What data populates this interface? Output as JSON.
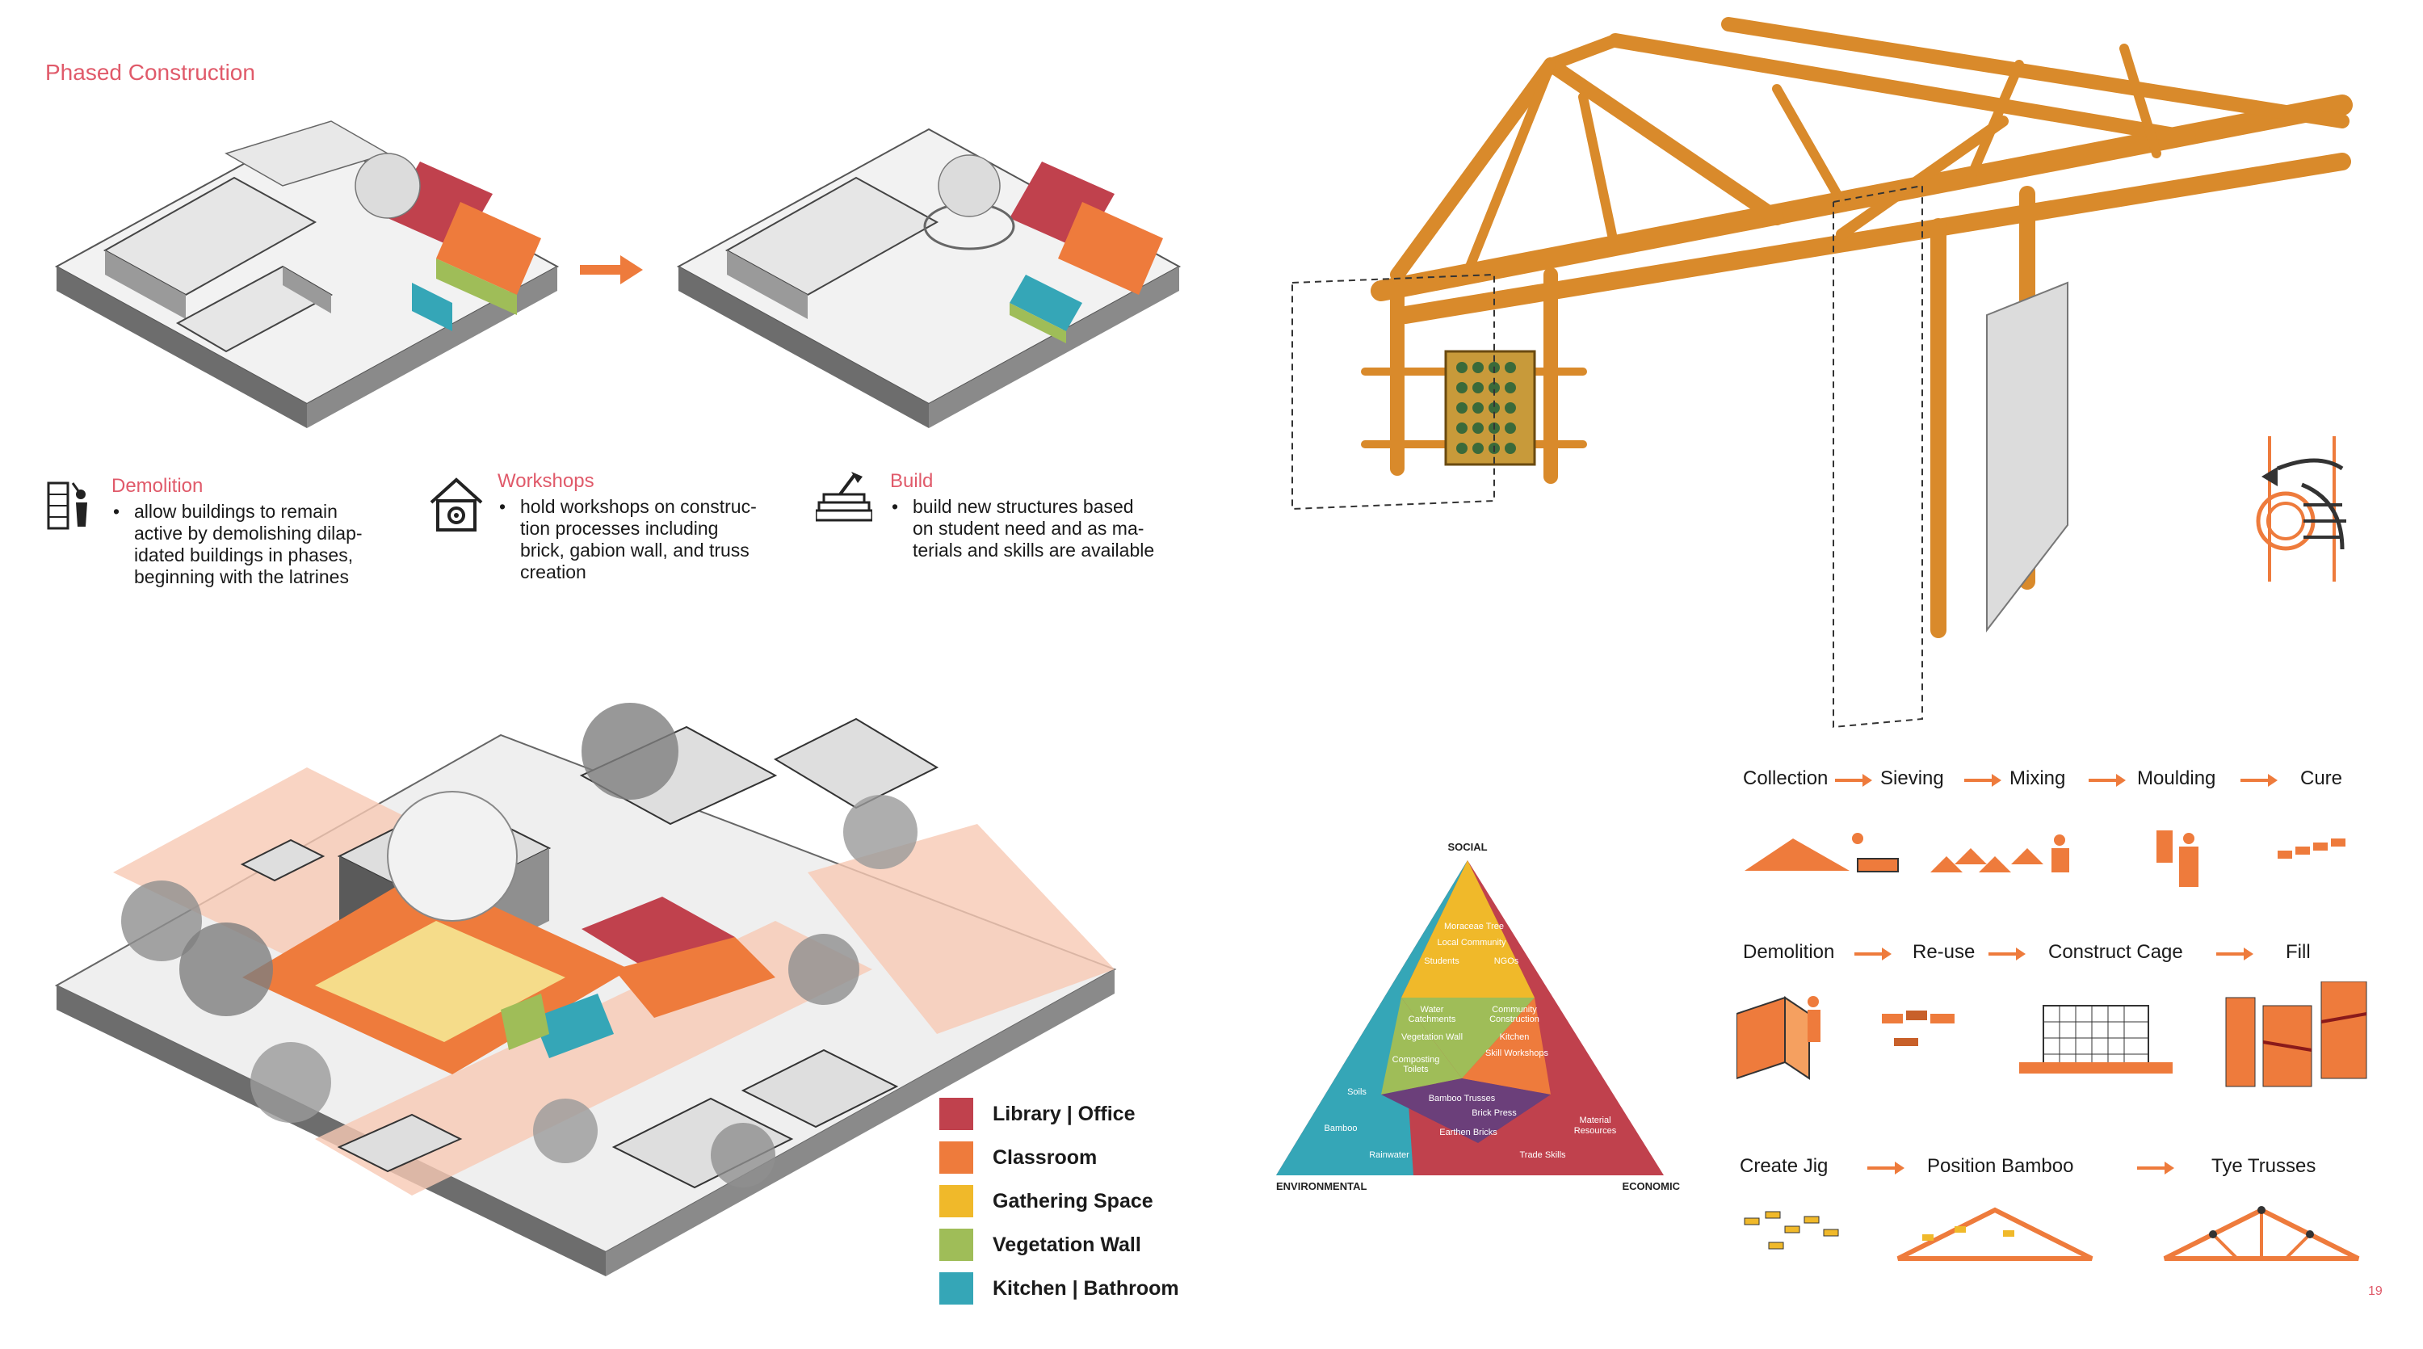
{
  "page_title": "Phased Construction",
  "phases": [
    {
      "heading": "Demolition",
      "bullet_lines": [
        "allow buildings to remain",
        "active by demolishing dilap-",
        "idated buildings in phases,",
        "beginning with the latrines"
      ],
      "icon": "demolition-icon"
    },
    {
      "heading": "Workshops",
      "bullet_lines": [
        "hold workshops on construc-",
        "tion processes including",
        "brick, gabion wall, and truss",
        "creation"
      ],
      "icon": "workshop-house-icon"
    },
    {
      "heading": "Build",
      "bullet_lines": [
        "build new structures based",
        "on student need and as ma-",
        "terials and skills are available"
      ],
      "icon": "brick-build-icon"
    }
  ],
  "legend": [
    {
      "label": "Library | Office",
      "color": "#c0414d"
    },
    {
      "label": "Classroom",
      "color": "#ee7b3c"
    },
    {
      "label": "Gathering Space",
      "color": "#f0b92a"
    },
    {
      "label": "Vegetation Wall",
      "color": "#9fbd58"
    },
    {
      "label": "Kitchen | Bathroom",
      "color": "#35a6b7"
    }
  ],
  "triangle": {
    "vertices": {
      "top": "SOCIAL",
      "left": "ENVIRONMENTAL",
      "right": "ECONOMIC"
    },
    "social_items": [
      "Moraceae Tree",
      "Local Community",
      "Students",
      "NGOs"
    ],
    "environmental_items": [
      "Soils",
      "Bamboo",
      "Rainwater"
    ],
    "economic_items": [
      "Material",
      "Resources",
      "Trade Skills"
    ],
    "soc_env_items": [
      "Water",
      "Catchments",
      "Vegetation Wall",
      "Composting",
      "Toilets"
    ],
    "soc_eco_items": [
      "Community",
      "Construction",
      "Kitchen",
      "Skill Workshops"
    ],
    "env_eco_items": [
      "Bamboo Trusses",
      "Brick Press",
      "Earthen Bricks"
    ],
    "colors": {
      "social": "#f0b92a",
      "environmental": "#35a6b7",
      "economic": "#c0414d",
      "soc_env": "#9fbd58",
      "soc_eco": "#ee7b3c",
      "center": "#6b3f7a"
    }
  },
  "brick_process": [
    "Collection",
    "Sieving",
    "Mixing",
    "Moulding",
    "Cure"
  ],
  "gabion_process": [
    "Demolition",
    "Re-use",
    "Construct Cage",
    "Fill"
  ],
  "truss_process": [
    "Create Jig",
    "Position Bamboo",
    "Tye Trusses"
  ],
  "page_number": "19",
  "colors": {
    "accent_orange": "#ee7b3c",
    "accent_pink": "#e05a6a",
    "bamboo": "#d98a2b"
  }
}
